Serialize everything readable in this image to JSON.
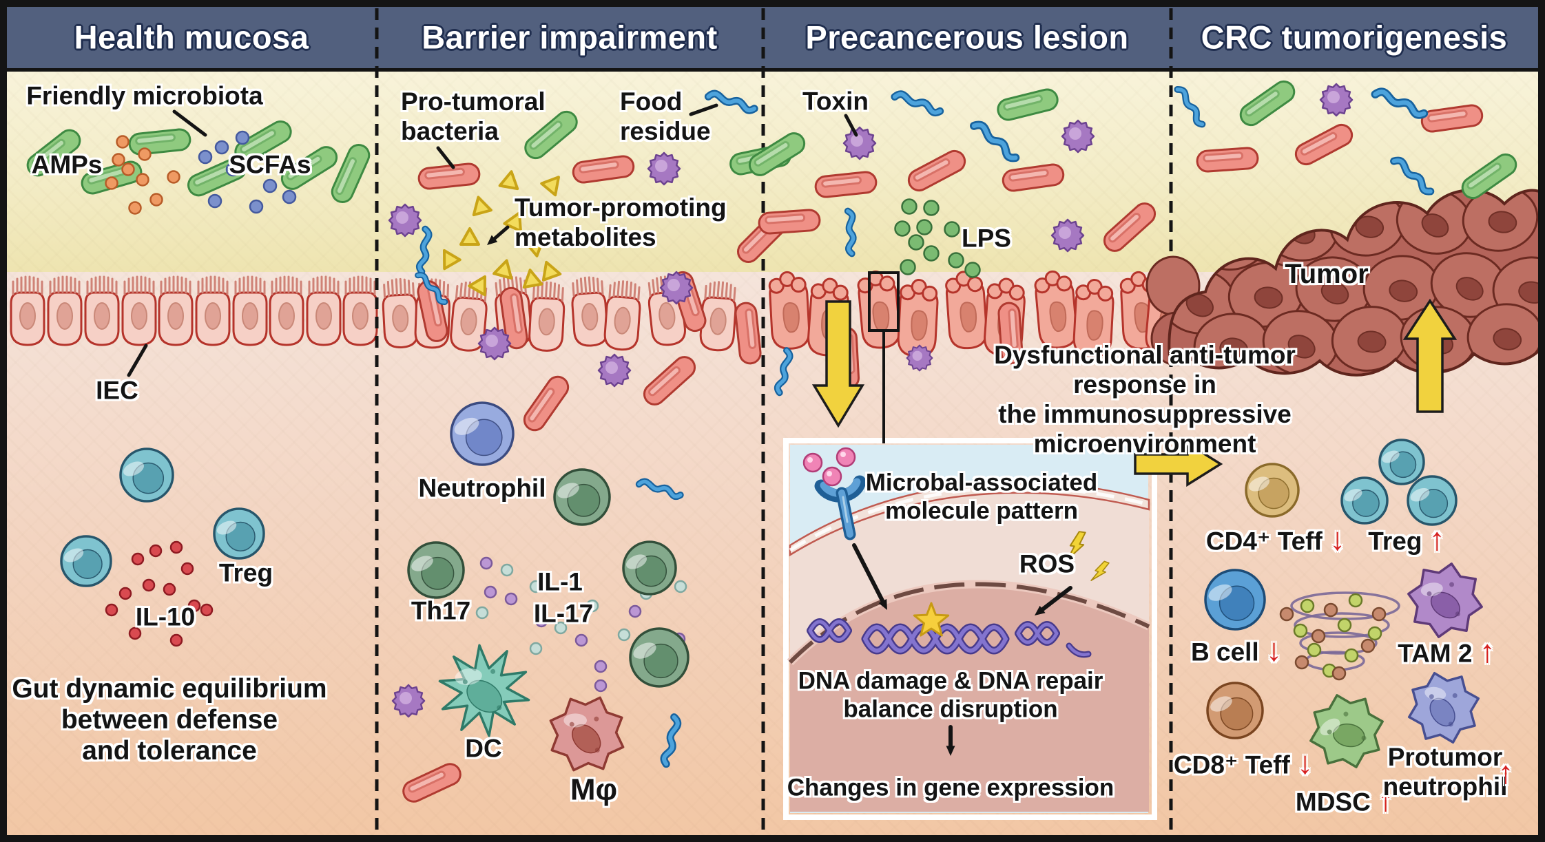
{
  "header": {
    "panels": [
      "Health mucosa",
      "Barrier impairment",
      "Precancerous lesion",
      "CRC tumorigenesis"
    ]
  },
  "panel1": {
    "friendly_microbiota": "Friendly microbiota",
    "amps": "AMPs",
    "scfas": "SCFAs",
    "iec": "IEC",
    "treg": "Treg",
    "il10": "IL-10",
    "equilibrium": "Gut dynamic equilibrium\nbetween defense\nand tolerance"
  },
  "panel2": {
    "pro_tumoral": "Pro-tumoral\nbacteria",
    "food_residue": "Food\nresidue",
    "metabolites": "Tumor-promoting\nmetabolites",
    "neutrophil": "Neutrophil",
    "th17": "Th17",
    "il1": "IL-1",
    "il17": "IL-17",
    "dc": "DC",
    "macrophage": "Mφ"
  },
  "panel3": {
    "toxin": "Toxin",
    "lps": "LPS",
    "dysfunctional": "Dysfunctional anti-tumor response in\nthe immunosuppressive microenvironment",
    "inset": {
      "mamp": "Microbal-associated\nmolecule pattern",
      "ros": "ROS",
      "dna_damage": "DNA damage & DNA repair\nbalance disruption",
      "gene_expression": "Changes in gene expression"
    }
  },
  "panel4": {
    "tumor": "Tumor",
    "cells": [
      {
        "label": "CD4⁺ Teff",
        "change": "down"
      },
      {
        "label": "Treg",
        "change": "up"
      },
      {
        "label": "B cell",
        "change": "down"
      },
      {
        "label": "TAM 2",
        "change": "up"
      },
      {
        "label": "CD8⁺ Teff",
        "change": "down"
      },
      {
        "label": "MDSC",
        "change": "up"
      },
      {
        "label": "Protumor\nneutrophil",
        "change": "up"
      }
    ]
  },
  "colors": {
    "header_bg": "#52607e",
    "lumen_top": "#f8f3da",
    "lumen_bottom": "#eee4b0",
    "tissue_top": "#f5e4db",
    "tissue_bottom": "#f2c7a5",
    "friendly_bacteria": "#8fca7f",
    "protumoral_bacteria": "#ef9086",
    "food_residue": "#4da3dc",
    "toxin": "#a678c2",
    "metabolite": "#f3dc5c",
    "inset_bg": "#d9ecf4",
    "dna": "#8374cf",
    "arrow_yellow": "#f1d23e",
    "change_arrow_red": "#d62020"
  }
}
